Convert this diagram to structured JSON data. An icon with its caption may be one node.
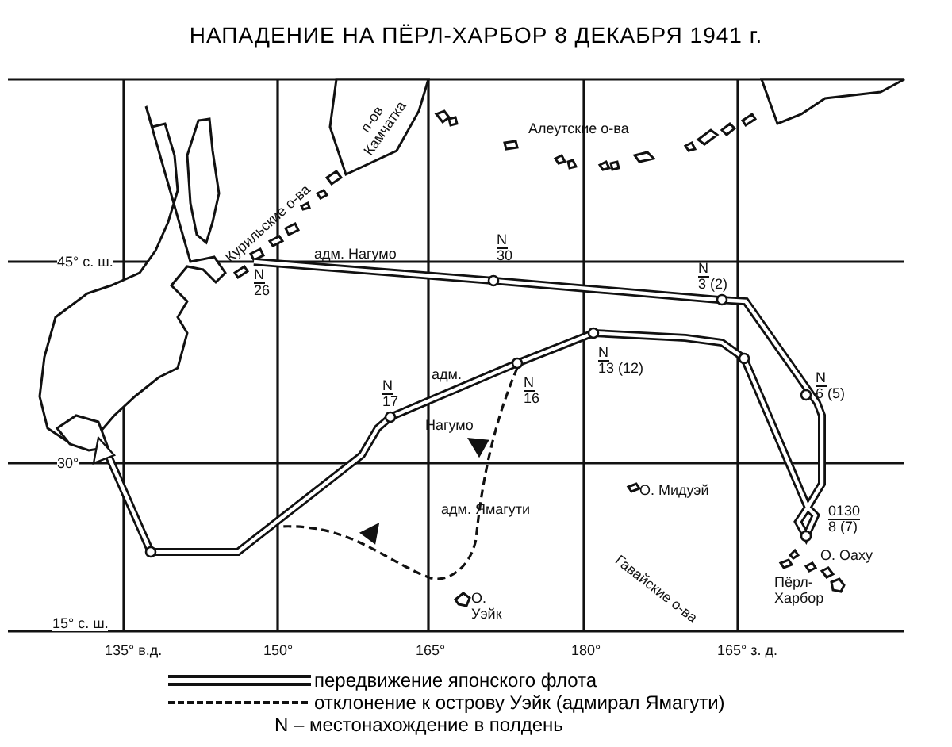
{
  "diagram": {
    "title": "НАПАДЕНИЕ НА ПЁРЛ-ХАРБОР 8 ДЕКАБРЯ 1941 г.",
    "labels": [
      "п-ов Камчатка",
      "Алеутские о-ва",
      "Курильские о-ва",
      "45° с. ш.",
      "адм. Нагумо",
      "N",
      "30",
      "N",
      "26",
      "N",
      "3 (2)",
      "N",
      "13 (12)",
      "адм.",
      "N",
      "17",
      "N",
      "16",
      "Нагумо",
      "N",
      "6 (5)",
      "30°",
      "адм. Ямагути",
      "О. Мидуэй",
      "0130",
      "8 (7)",
      "Гавайские о-ва",
      "О. Оаху",
      "Пёрл-Харбор",
      "О. Уэйк",
      "15° с. ш.",
      "135° в.д.",
      "150°",
      "165°",
      "180°",
      "165° з. д."
    ],
    "legend": [
      {
        "text": "передвижение японского флота"
      },
      {
        "text": "отклонение к острову Уэйк (адмирал Ямагути)"
      },
      {
        "text": "N – местонахождение в полдень"
      }
    ]
  }
}
